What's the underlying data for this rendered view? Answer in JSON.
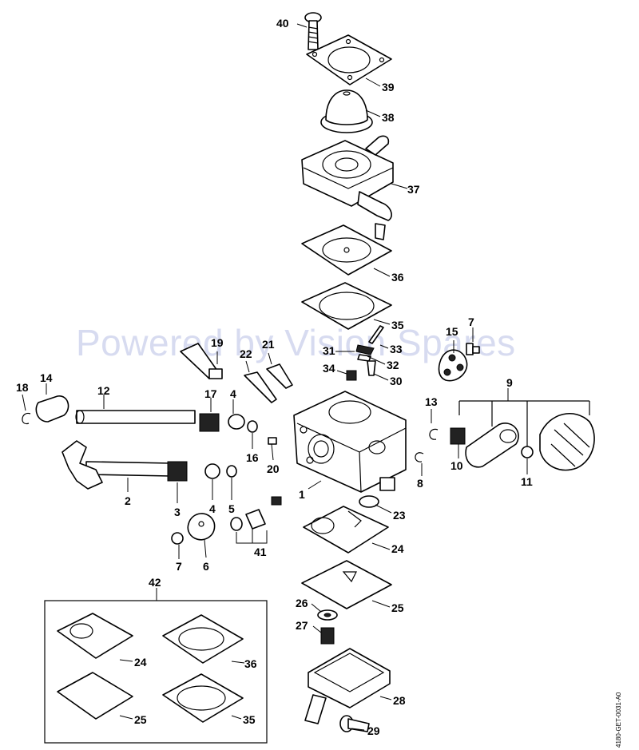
{
  "watermark": "Powered by Vision Spares",
  "doc_id": "4180-GET-0031-A0",
  "labels": {
    "l1": "1",
    "l2": "2",
    "l3": "3",
    "l4a": "4",
    "l4b": "4",
    "l5": "5",
    "l6": "6",
    "l7a": "7",
    "l7b": "7",
    "l8": "8",
    "l9": "9",
    "l10": "10",
    "l11": "11",
    "l12": "12",
    "l13": "13",
    "l14": "14",
    "l15": "15",
    "l16": "16",
    "l17": "17",
    "l18": "18",
    "l19": "19",
    "l20": "20",
    "l21": "21",
    "l22": "22",
    "l23": "23",
    "l24a": "24",
    "l24b": "24",
    "l25a": "25",
    "l25b": "25",
    "l26": "26",
    "l27": "27",
    "l28": "28",
    "l29": "29",
    "l30": "30",
    "l31": "31",
    "l32": "32",
    "l33": "33",
    "l34": "34",
    "l35a": "35",
    "l35b": "35",
    "l36a": "36",
    "l36b": "36",
    "l37": "37",
    "l38": "38",
    "l39": "39",
    "l40": "40",
    "l41": "41",
    "l42": "42"
  }
}
